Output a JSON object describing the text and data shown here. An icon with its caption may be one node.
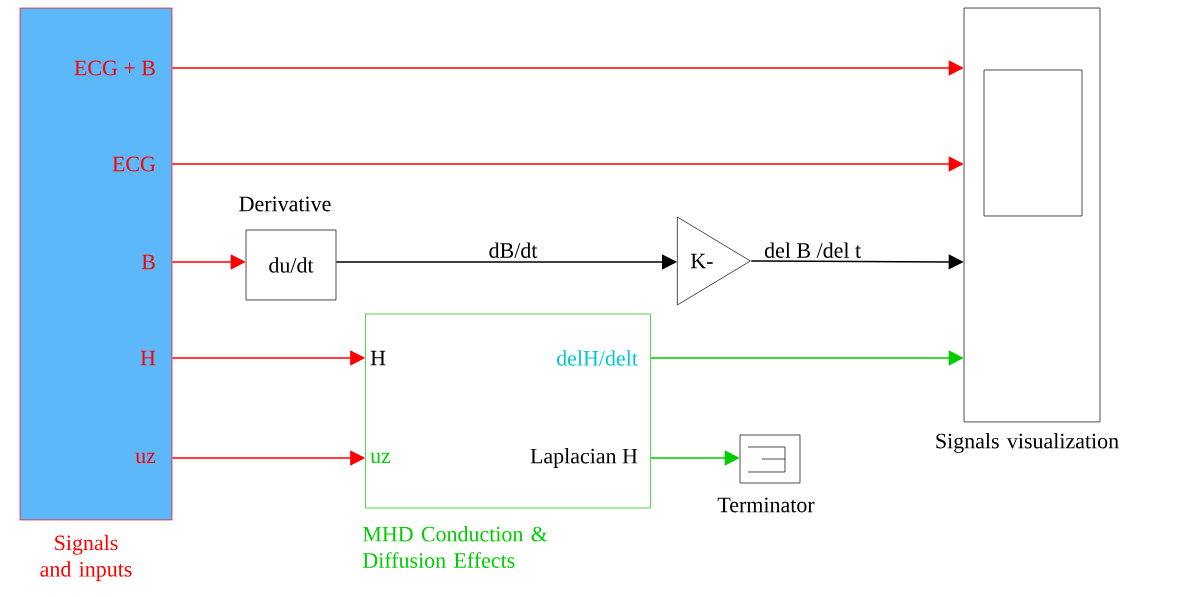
{
  "diagram": {
    "nodes": [
      {
        "text": [
          "ECG + B",
          "ECG",
          "B",
          "H",
          "uz"
        ],
        "beside": [
          "Signals and inputs"
        ]
      },
      {
        "text": [
          "du/dt"
        ],
        "beside": [
          "Derivative"
        ]
      },
      {
        "text": [
          "K-"
        ]
      },
      {
        "text": [
          "H",
          "uz",
          "delH/delt",
          "Laplacian H"
        ],
        "beside": [
          "MHD Conduction & Diffusion Effects"
        ]
      },
      {
        "text": [],
        "shape": "box",
        "beside": [
          "Terminator"
        ]
      },
      {
        "text": [],
        "shape": "box",
        "beside": [
          "Signals visualization"
        ]
      }
    ],
    "edges": [
      {
        "from": 0,
        "to": 5,
        "arrow": "to"
      },
      {
        "from": 0,
        "to": 5,
        "arrow": "to"
      },
      {
        "from": 0,
        "to": 1,
        "arrow": "to"
      },
      {
        "from": 1,
        "to": 2,
        "arrow": "to",
        "label": "dB/dt",
        "color": "#000000"
      },
      {
        "from": 2,
        "to": 5,
        "arrow": "to",
        "label": "del B /del t",
        "color": "#000000"
      },
      {
        "from": 0,
        "to": 3,
        "arrow": "to"
      },
      {
        "from": 0,
        "to": 3,
        "arrow": "to"
      },
      {
        "from": 3,
        "to": 5,
        "arrow": "to",
        "color": "#00cc00"
      },
      {
        "from": 3,
        "to": 4,
        "arrow": "to",
        "color": "#00cc00"
      }
    ]
  }
}
